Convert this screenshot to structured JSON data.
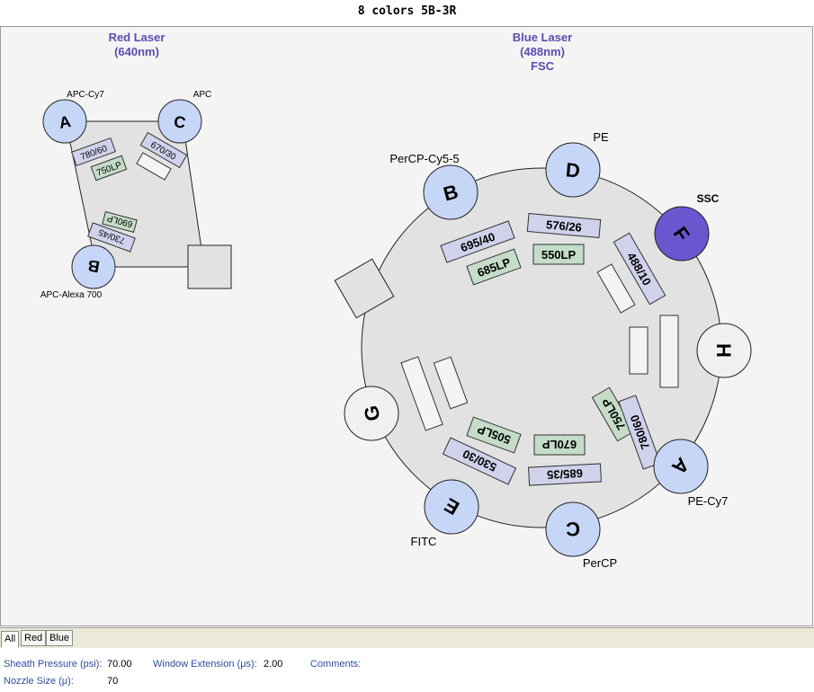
{
  "window": {
    "title": "8 colors 5B-3R"
  },
  "red_laser": {
    "title_line1": "Red Laser",
    "title_line2": "(640nm)",
    "detectors": [
      {
        "letter": "A",
        "label": "APC-Cy7",
        "color": "#c6d6f6"
      },
      {
        "letter": "C",
        "label": "APC",
        "color": "#c6d6f6"
      },
      {
        "letter": "B",
        "label": "APC-Alexa 700",
        "color": "#c6d6f6"
      }
    ],
    "filters": {
      "f1": "780/60",
      "f2": "750LP",
      "f3": "670/30",
      "f4": "690LP",
      "f5": "730/45"
    }
  },
  "blue_laser": {
    "title_line1": "Blue Laser",
    "title_line2": "(488nm)",
    "title_line3": "FSC",
    "detectors": [
      {
        "letter": "D",
        "label": "PE",
        "color": "#c6d6f6"
      },
      {
        "letter": "B",
        "label": "PerCP-Cy5-5",
        "color": "#c6d6f6"
      },
      {
        "letter": "F",
        "label": "SSC",
        "color": "#6b56cf"
      },
      {
        "letter": "H",
        "label": "",
        "color": "#f0f0f0"
      },
      {
        "letter": "A",
        "label": "PE-Cy7",
        "color": "#c6d6f6"
      },
      {
        "letter": "C",
        "label": "PerCP",
        "color": "#c6d6f6"
      },
      {
        "letter": "E",
        "label": "FITC",
        "color": "#c6d6f6"
      },
      {
        "letter": "G",
        "label": "",
        "color": "#f0f0f0"
      }
    ],
    "filters": {
      "f576": "576/26",
      "f550": "550LP",
      "f695": "695/40",
      "f685lp": "685LP",
      "f488": "488/10",
      "f750": "750LP",
      "f780": "780/60",
      "f670": "670LP",
      "f685": "685/35",
      "f505": "505LP",
      "f530": "530/30"
    }
  },
  "tabs": [
    "All",
    "Red",
    "Blue"
  ],
  "properties": {
    "sheath_pressure_label": "Sheath Pressure (psi):",
    "sheath_pressure_value": "70.00",
    "window_extension_label": "Window Extension (μs):",
    "window_extension_value": "2.00",
    "comments_label": "Comments:",
    "nozzle_size_label": "Nozzle Size (μ):",
    "nozzle_size_value": "70"
  },
  "colors": {
    "detector_blue": "#c6d6f6",
    "ssc_purple": "#6b56cf",
    "bandpass": "#d0d2ec",
    "longpass": "#c4dcc8",
    "heading": "#5a4db0"
  }
}
